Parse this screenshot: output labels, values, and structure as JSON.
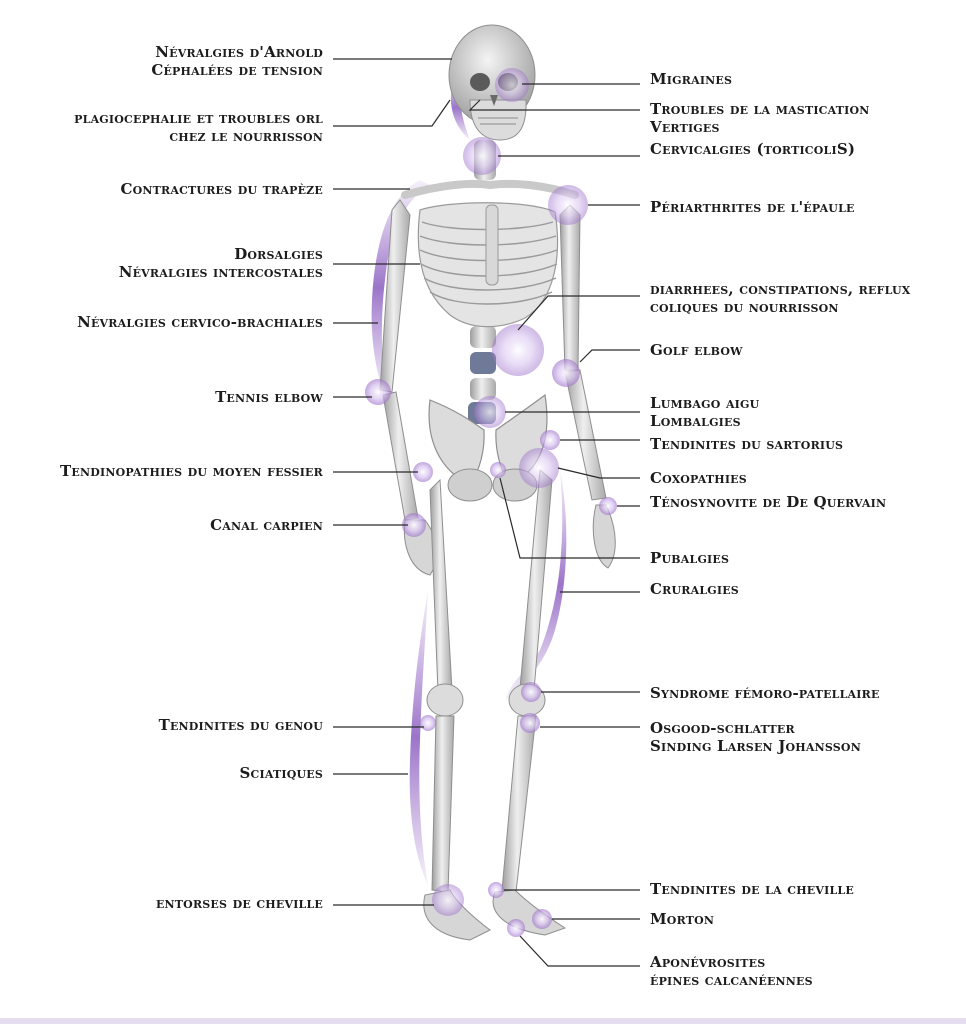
{
  "colors": {
    "accent": "#9b6fc8",
    "accent_light": "#d9c7ee",
    "bone": "#e2e2e2",
    "bone_shade": "#a8a8a8",
    "leader": "#2a2a2a",
    "text": "#1c1c1c"
  },
  "labels_left": [
    {
      "id": "arnold",
      "lines": [
        "Névralgies d'Arnold",
        "Céphalées de tension"
      ]
    },
    {
      "id": "plagio",
      "lines": [
        "plagiocephalie et troubles orl",
        "chez le nourrisson"
      ]
    },
    {
      "id": "trapeze",
      "lines": [
        "Contractures du trapèze"
      ]
    },
    {
      "id": "dorsalgies",
      "lines": [
        "Dorsalgies",
        "Névralgies intercostales"
      ]
    },
    {
      "id": "cervico",
      "lines": [
        "Névralgies cervico-brachiales"
      ]
    },
    {
      "id": "tennis",
      "lines": [
        "Tennis elbow"
      ]
    },
    {
      "id": "fessier",
      "lines": [
        "Tendinopathies du moyen fessier"
      ]
    },
    {
      "id": "carpien",
      "lines": [
        "Canal carpien"
      ]
    },
    {
      "id": "genou",
      "lines": [
        "Tendinites du genou"
      ]
    },
    {
      "id": "sciatiques",
      "lines": [
        "Sciatiques"
      ]
    },
    {
      "id": "entorses",
      "lines": [
        "entorses de cheville"
      ]
    }
  ],
  "labels_right": [
    {
      "id": "migraines",
      "lines": [
        "Migraines"
      ]
    },
    {
      "id": "mastication",
      "lines": [
        "Troubles de la mastication",
        "Vertiges"
      ]
    },
    {
      "id": "cervicalgies",
      "lines": [
        "Cervicalgies (torticoliS)"
      ]
    },
    {
      "id": "epaule",
      "lines": [
        "Périarthrites  de l'épaule"
      ]
    },
    {
      "id": "diarrhees",
      "lines": [
        "diarrhees, constipations, reflux",
        "coliques du nourrisson"
      ]
    },
    {
      "id": "golf",
      "lines": [
        "Golf elbow"
      ]
    },
    {
      "id": "lumbago",
      "lines": [
        "Lumbago aigu",
        "Lombalgies"
      ]
    },
    {
      "id": "sartorius",
      "lines": [
        "Tendinites du sartorius"
      ]
    },
    {
      "id": "coxopathies",
      "lines": [
        "Coxopathies"
      ]
    },
    {
      "id": "quervain",
      "lines": [
        "Ténosynovite de De Quervain"
      ]
    },
    {
      "id": "pubalgies",
      "lines": [
        "Pubalgies"
      ]
    },
    {
      "id": "cruralgies",
      "lines": [
        "Cruralgies"
      ]
    },
    {
      "id": "femoro",
      "lines": [
        "Syndrome fémoro-patellaire"
      ]
    },
    {
      "id": "osgood",
      "lines": [
        "Osgood-schlatter",
        "Sinding Larsen Johansson"
      ]
    },
    {
      "id": "cheville",
      "lines": [
        "Tendinites de la cheville"
      ]
    },
    {
      "id": "morton",
      "lines": [
        "Morton"
      ]
    },
    {
      "id": "aponevrosites",
      "lines": [
        "Aponévrosites",
        "épines calcanéennes"
      ]
    }
  ]
}
